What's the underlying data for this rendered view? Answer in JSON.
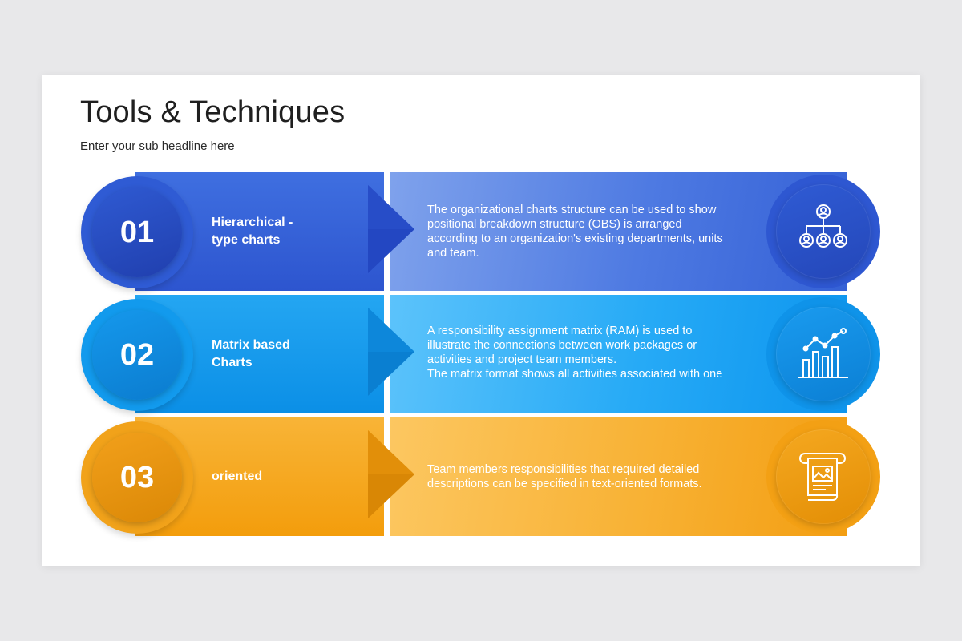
{
  "title": "Tools & Techniques",
  "subtitle": "Enter your sub headline here",
  "rows": [
    {
      "number": "01",
      "label": "Hierarchical -\ntype charts",
      "description": "The organizational charts structure can be used to show\npositional breakdown structure (OBS) is arranged\naccording to an organization's existing departments, units\nand team.",
      "icon": "org-chart-icon",
      "color": "#2f5bd4"
    },
    {
      "number": "02",
      "label": "Matrix based\nCharts",
      "description": "A responsibility assignment matrix (RAM) is used to\nillustrate the connections between work packages or\nactivities and project team members.\nThe matrix format shows all activities associated with one",
      "icon": "bar-chart-icon",
      "color": "#129aed"
    },
    {
      "number": "03",
      "label": "oriented",
      "description": "Team members responsibilities that required detailed\ndescriptions can be specified in text-oriented formats.",
      "icon": "scroll-document-icon",
      "color": "#f1a21a"
    }
  ]
}
